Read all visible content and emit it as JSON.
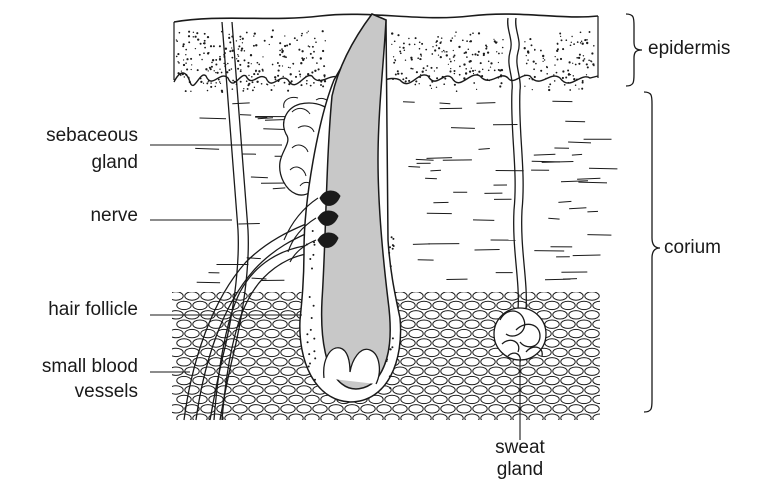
{
  "labels": {
    "epidermis": "epidermis",
    "corium": "corium",
    "sebaceous_1": "sebaceous",
    "sebaceous_2": "gland",
    "nerve": "nerve",
    "hair_follicle": "hair follicle",
    "blood_1": "small blood",
    "blood_2": "vessels",
    "sweat_1": "sweat",
    "sweat_2": "gland"
  },
  "colors": {
    "line": "#1a1a1a",
    "hair_shaft": "#c8c8c8",
    "background": "#ffffff"
  }
}
